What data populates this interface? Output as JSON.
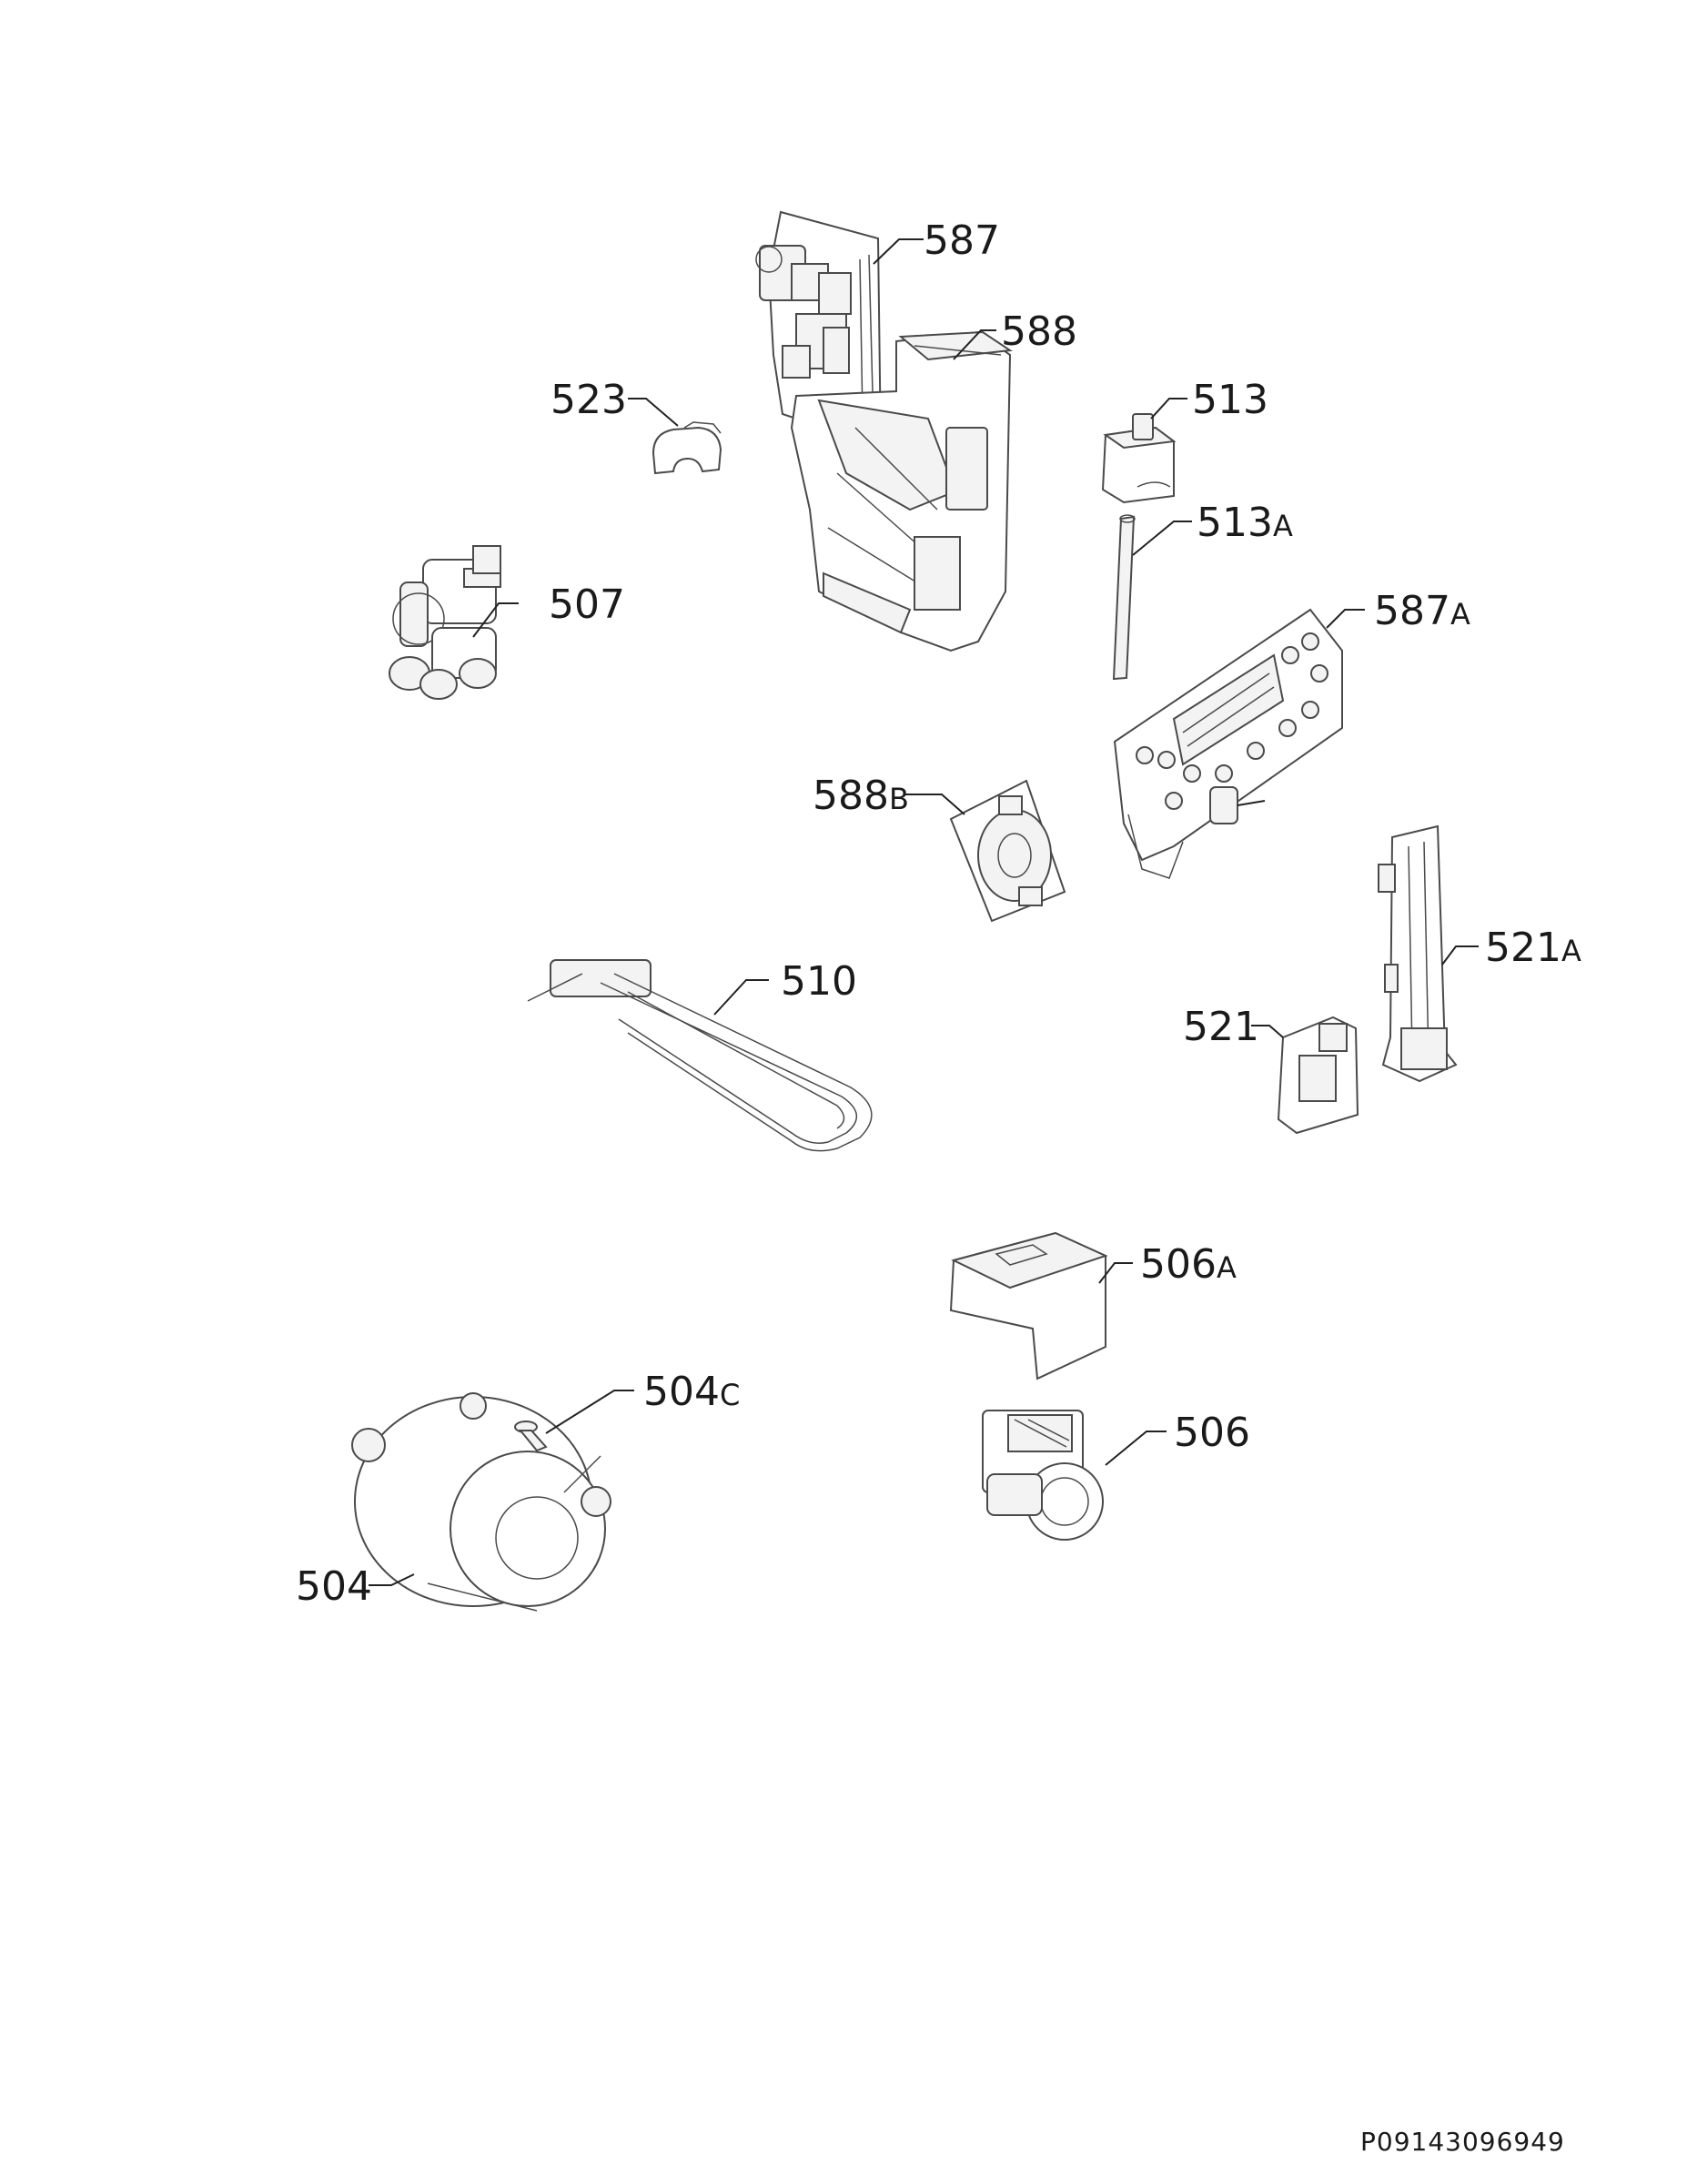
{
  "parts": [
    {
      "id": "587",
      "main": "587",
      "suffix": ""
    },
    {
      "id": "588",
      "main": "588",
      "suffix": ""
    },
    {
      "id": "523",
      "main": "523",
      "suffix": ""
    },
    {
      "id": "513",
      "main": "513",
      "suffix": ""
    },
    {
      "id": "513A",
      "main": "513",
      "suffix": "A"
    },
    {
      "id": "507",
      "main": "507",
      "suffix": ""
    },
    {
      "id": "587A",
      "main": "587",
      "suffix": "A"
    },
    {
      "id": "588B",
      "main": "588",
      "suffix": "B"
    },
    {
      "id": "510",
      "main": "510",
      "suffix": ""
    },
    {
      "id": "521A",
      "main": "521",
      "suffix": "A"
    },
    {
      "id": "521",
      "main": "521",
      "suffix": ""
    },
    {
      "id": "506A",
      "main": "506",
      "suffix": "A"
    },
    {
      "id": "504C",
      "main": "504",
      "suffix": "C"
    },
    {
      "id": "506",
      "main": "506",
      "suffix": ""
    },
    {
      "id": "504",
      "main": "504",
      "suffix": ""
    }
  ],
  "drawing_code": "P09143096949"
}
